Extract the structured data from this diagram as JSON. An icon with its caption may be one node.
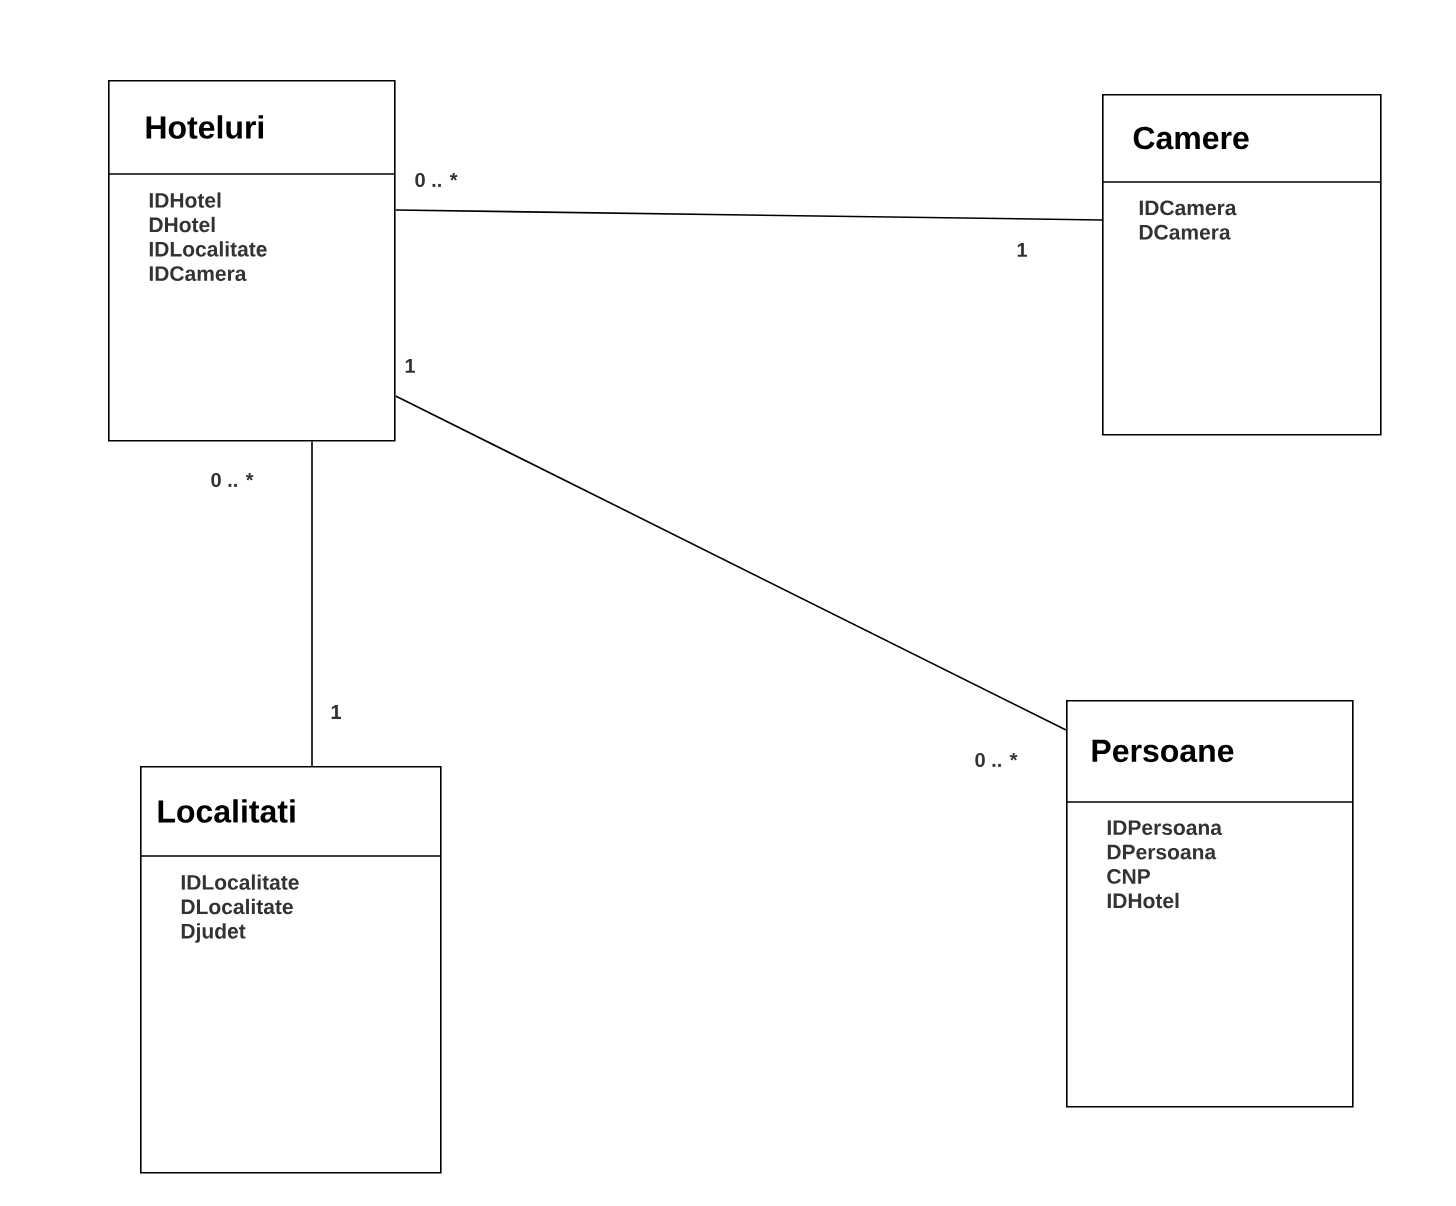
{
  "diagram": {
    "nodes": [
      {
        "text": [
          "Hoteluri",
          "IDHotel",
          "DHotel",
          "IDLocalitate",
          "IDCamera"
        ]
      },
      {
        "text": [
          "Camere",
          "IDCamera",
          "DCamera"
        ]
      },
      {
        "text": [
          "Localitati",
          "IDLocalitate",
          "DLocalitate",
          "Djudet"
        ]
      },
      {
        "text": [
          "Persoane",
          "IDPersoana",
          "DPersoana",
          "CNP",
          "IDHotel"
        ]
      }
    ],
    "edges": [
      {
        "from": 0,
        "to": 1,
        "arrow": "none"
      },
      {
        "from": 0,
        "to": 2,
        "arrow": "none"
      },
      {
        "from": 0,
        "to": 3,
        "arrow": "none"
      }
    ],
    "labels": [
      "0 .. *",
      "1",
      "1",
      "0 .. *",
      "1",
      "0 .. *"
    ]
  }
}
